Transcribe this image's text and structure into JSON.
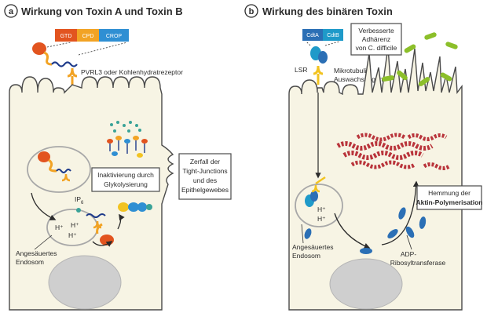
{
  "panel_a": {
    "letter": "a",
    "title": "Wirkung von Toxin A und Toxin B",
    "domains": [
      "GTD",
      "CPD",
      "CROP"
    ],
    "receptor": "PVRL3 oder Kohlenhydratrezeptor",
    "ip_label": "IP",
    "ip_sub": "6",
    "hplus": "H⁺",
    "box1_line1": "Inaktivierung durch",
    "box1_line2": "Glykolysierung",
    "box2_line1": "Zerfall der",
    "box2_line2": "Tight-Junctions",
    "box2_line3": "und des",
    "box2_line4": "Epithelgewebes",
    "endosome_line1": "Angesäuertes",
    "endosome_line2": "Endosom"
  },
  "panel_b": {
    "letter": "b",
    "title": "Wirkung des binären Toxin",
    "domains": [
      "CdtA",
      "CdtB"
    ],
    "receptor": "LSR",
    "hplus": "H⁺",
    "microtubule_line1": "Mikrotubuli-",
    "microtubule_line2": "Auswachsungen",
    "box1_line1": "Verbesserte",
    "box1_line2": "Adhärenz",
    "box1_line3": "von C. difficile",
    "box2_line1": "Hemmung der",
    "box2_line2": "Aktin-Polymerisation",
    "endosome_line1": "Angesäuertes",
    "endosome_line2": "Endosom",
    "enzyme_line1": "ADP-",
    "enzyme_line2": "Ribosyltransferase"
  },
  "colors": {
    "cell_fill": "#f7f4e4",
    "cell_stroke": "#4a4a4a",
    "gtd": "#e2541f",
    "cpd": "#f2a324",
    "crop": "#2f8fd3",
    "cdta": "#2b6fb5",
    "cdtb": "#1f9ac9",
    "actin": "#b9343b",
    "bacteria": "#8cbf2a"
  }
}
